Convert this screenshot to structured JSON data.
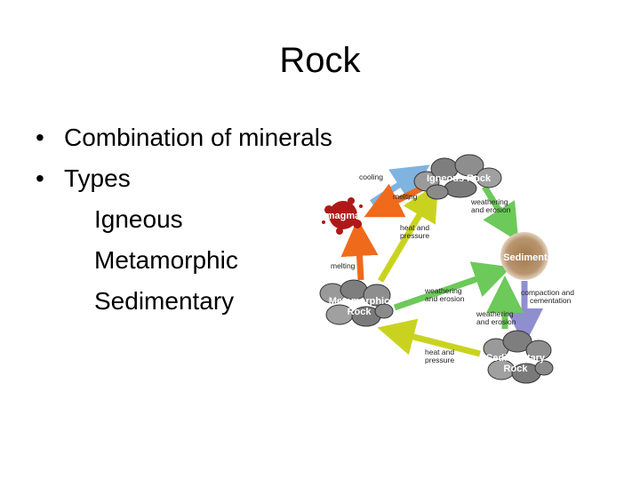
{
  "slide": {
    "title": "Rock",
    "bullets": [
      "Combination of minerals",
      "Types"
    ],
    "sub_items": [
      "Igneous",
      "Metamorphic",
      "Sedimentary"
    ]
  },
  "diagram": {
    "nodes": {
      "igneous": "Igneous Rock",
      "magma": "magma",
      "sediments": "Sediments",
      "metamorphic_line1": "Metamorphic",
      "metamorphic_line2": "Rock",
      "sedimentary_line1": "Sedimentary",
      "sedimentary_line2": "Rock"
    },
    "labels": {
      "cooling": "cooling",
      "melting_top": "melting",
      "weathering_top_1": "weathering",
      "weathering_top_2": "and erosion",
      "heat_pressure_mid_1": "heat and",
      "heat_pressure_mid_2": "pressure",
      "melting_left": "melting",
      "weathering_mid_1": "weathering",
      "weathering_mid_2": "and erosion",
      "compaction_1": "compaction and",
      "compaction_2": "cementation",
      "weathering_low_1": "weathering",
      "weathering_low_2": "and erosion",
      "heat_pressure_bottom_1": "heat and",
      "heat_pressure_bottom_2": "pressure"
    },
    "colors": {
      "blue_arrow": "#7fb3e0",
      "orange_arrow": "#f06a1c",
      "yellow_green_arrow": "#c9d31f",
      "green_arrow": "#6cc95a",
      "purple_arrow": "#8f8fd0",
      "magma": "#b01818",
      "sediments": "#a27a4c",
      "rock": "#8c8c8c"
    }
  }
}
